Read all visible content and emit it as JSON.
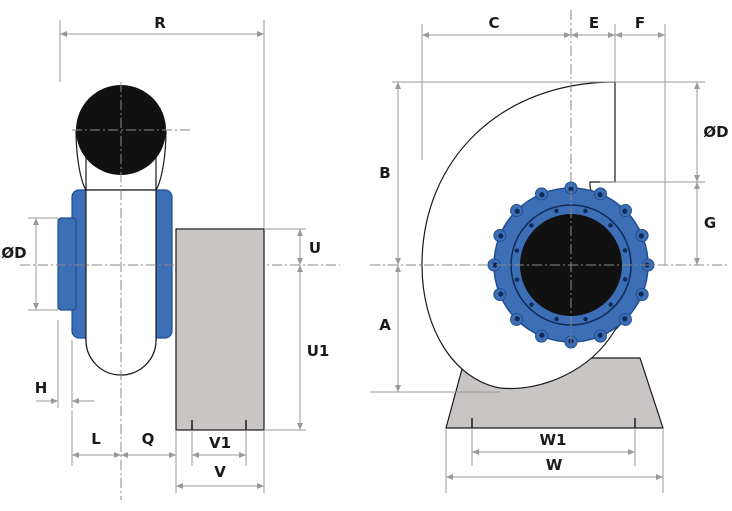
{
  "labels": {
    "R": "R",
    "diameter_left": "ØD",
    "U": "U",
    "U1": "U1",
    "H": "H",
    "L": "L",
    "Q": "Q",
    "V1": "V1",
    "V": "V",
    "C": "C",
    "E": "E",
    "F": "F",
    "B": "B",
    "diameter_right": "ØD",
    "G": "G",
    "A": "A",
    "W1": "W1",
    "W": "W"
  },
  "colors": {
    "flange_blue": "#3d6fb6",
    "flange_blue_dark": "#1f4f93",
    "duct_black": "#111111",
    "base_grey": "#c9c5c4",
    "dimension_grey": "#9a9a9a",
    "bolt_dark": "#0e2a55"
  }
}
